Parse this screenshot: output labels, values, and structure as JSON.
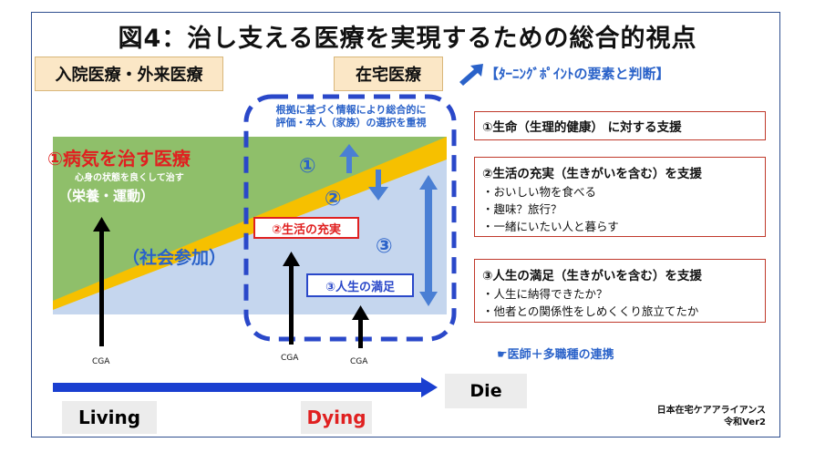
{
  "title": "図4：治し支える医療を実現するための総合的視点",
  "tags": {
    "hospital": "入院医療・外来医療",
    "home": "在宅医療"
  },
  "turning_point": "【ﾀｰﾆﾝｸﾞﾎﾟｲﾝﾄの要素と判断】",
  "dashed_note": [
    "根拠に基づく情報により総合的に",
    "評価・本人（家族）の選択を重視"
  ],
  "chart": {
    "cure_label": "①病気を治す医療",
    "cure_sub": "心身の状態を良くして治す",
    "nutrition": "（栄養・運動）",
    "social": "（社会参加）",
    "n1": "①",
    "n2": "②",
    "n3": "③",
    "life_fulfillment": "②生活の充実",
    "life_satisfaction": "③人生の満足"
  },
  "cga": [
    "CGA",
    "CGA",
    "CGA"
  ],
  "support_boxes": [
    {
      "heading": "①生命（生理的健康） に対する支援",
      "lines": []
    },
    {
      "heading": "②生活の充実（生きがいを含む）を支援",
      "lines": [
        "・おいしい物を食べる",
        "・趣味？旅行？",
        "・一緒にいたい人と暮らす"
      ]
    },
    {
      "heading": "③人生の満足（生きがいを含む）を支援",
      "lines": [
        "・人生に納得できたか？",
        "・他者との関係性をしめくくり旅立てたか"
      ]
    }
  ],
  "collab": "☛医師＋多職種の連携",
  "timeline": {
    "die": "Die",
    "living": "Living",
    "dying": "Dying"
  },
  "credit": [
    "日本在宅ケアアライアンス",
    "令和Ver2"
  ],
  "colors": {
    "blue": "#2a62c9",
    "red": "#e02020",
    "green": "#8fbf6a",
    "yellow": "#f6c000",
    "lightblue": "#c5d6ee"
  }
}
